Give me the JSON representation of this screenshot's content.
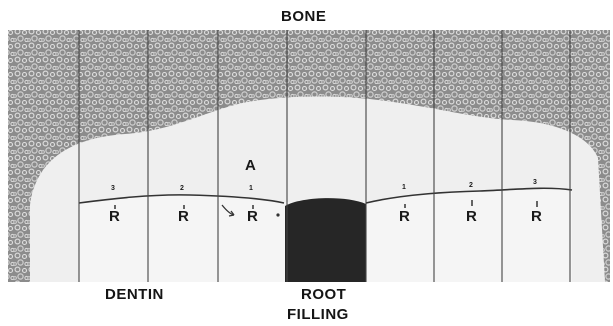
{
  "labels": {
    "bone": "BONE",
    "dentin": "DENTIN",
    "root_line1": "ROOT",
    "root_line2": "FILLING",
    "region_a": "A"
  },
  "markers": {
    "left": [
      {
        "num": "3",
        "letter": "R"
      },
      {
        "num": "2",
        "letter": "R"
      },
      {
        "num": "1",
        "letter": "R"
      }
    ],
    "right": [
      {
        "num": "1",
        "letter": "R"
      },
      {
        "num": "2",
        "letter": "R"
      },
      {
        "num": "3",
        "letter": "R"
      }
    ]
  },
  "colors": {
    "bone_fill": "#8a8a8a",
    "soft_tissue": "#efefef",
    "dentin": "#f3f3f3",
    "root_filling": "#2a2a2a",
    "lines": "#333333"
  }
}
